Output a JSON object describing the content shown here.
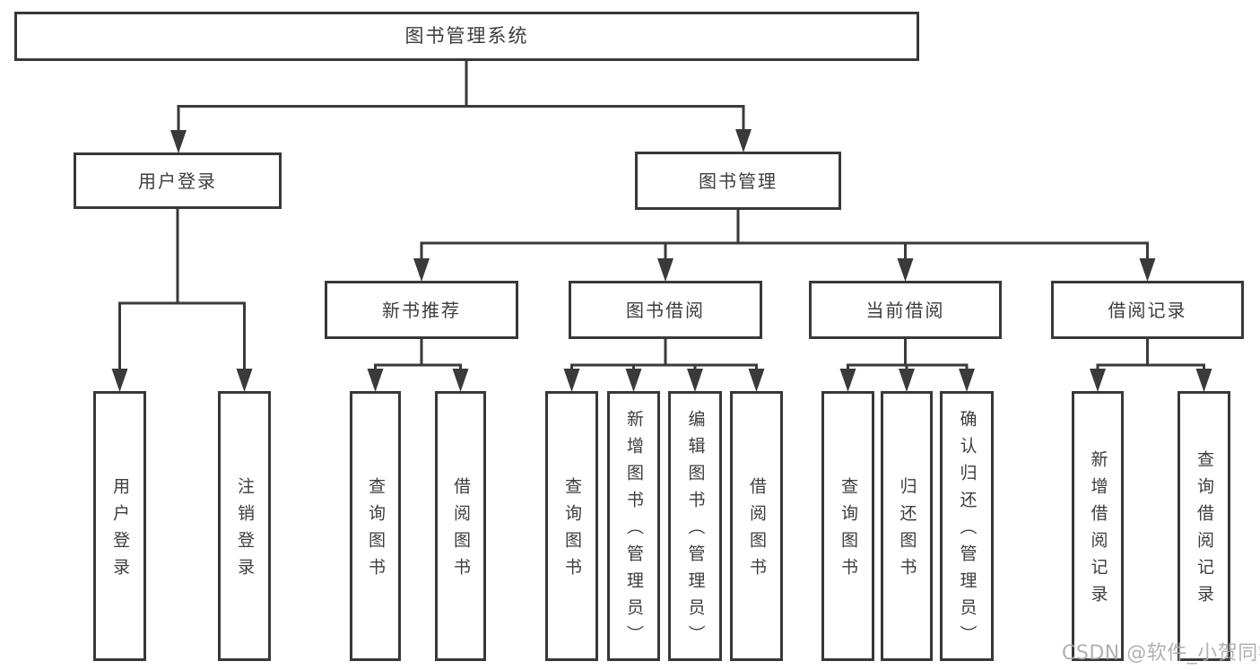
{
  "tree": {
    "root": "图书管理系统",
    "login": {
      "label": "用户登录",
      "children": [
        "用户登录",
        "注销登录"
      ]
    },
    "management": {
      "label": "图书管理"
    },
    "sections": [
      {
        "label": "新书推荐",
        "children": [
          "查询图书",
          "借阅图书"
        ]
      },
      {
        "label": "图书借阅",
        "children": [
          "查询图书",
          "新增图书（管理员）",
          "编辑图书（管理员）",
          "借阅图书"
        ]
      },
      {
        "label": "当前借阅",
        "children": [
          "查询图书",
          "归还图书",
          "确认归还（管理员）"
        ]
      },
      {
        "label": "借阅记录",
        "children": [
          "新增借阅记录",
          "查询借阅记录"
        ]
      }
    ]
  },
  "watermark": "CSDN @软件_小贺同学",
  "colors": {
    "line": "#3a3a3a",
    "box_border": "#383838",
    "text": "#3d3d3d",
    "watermark": "#a9a9a9",
    "background": "#ffffff"
  }
}
